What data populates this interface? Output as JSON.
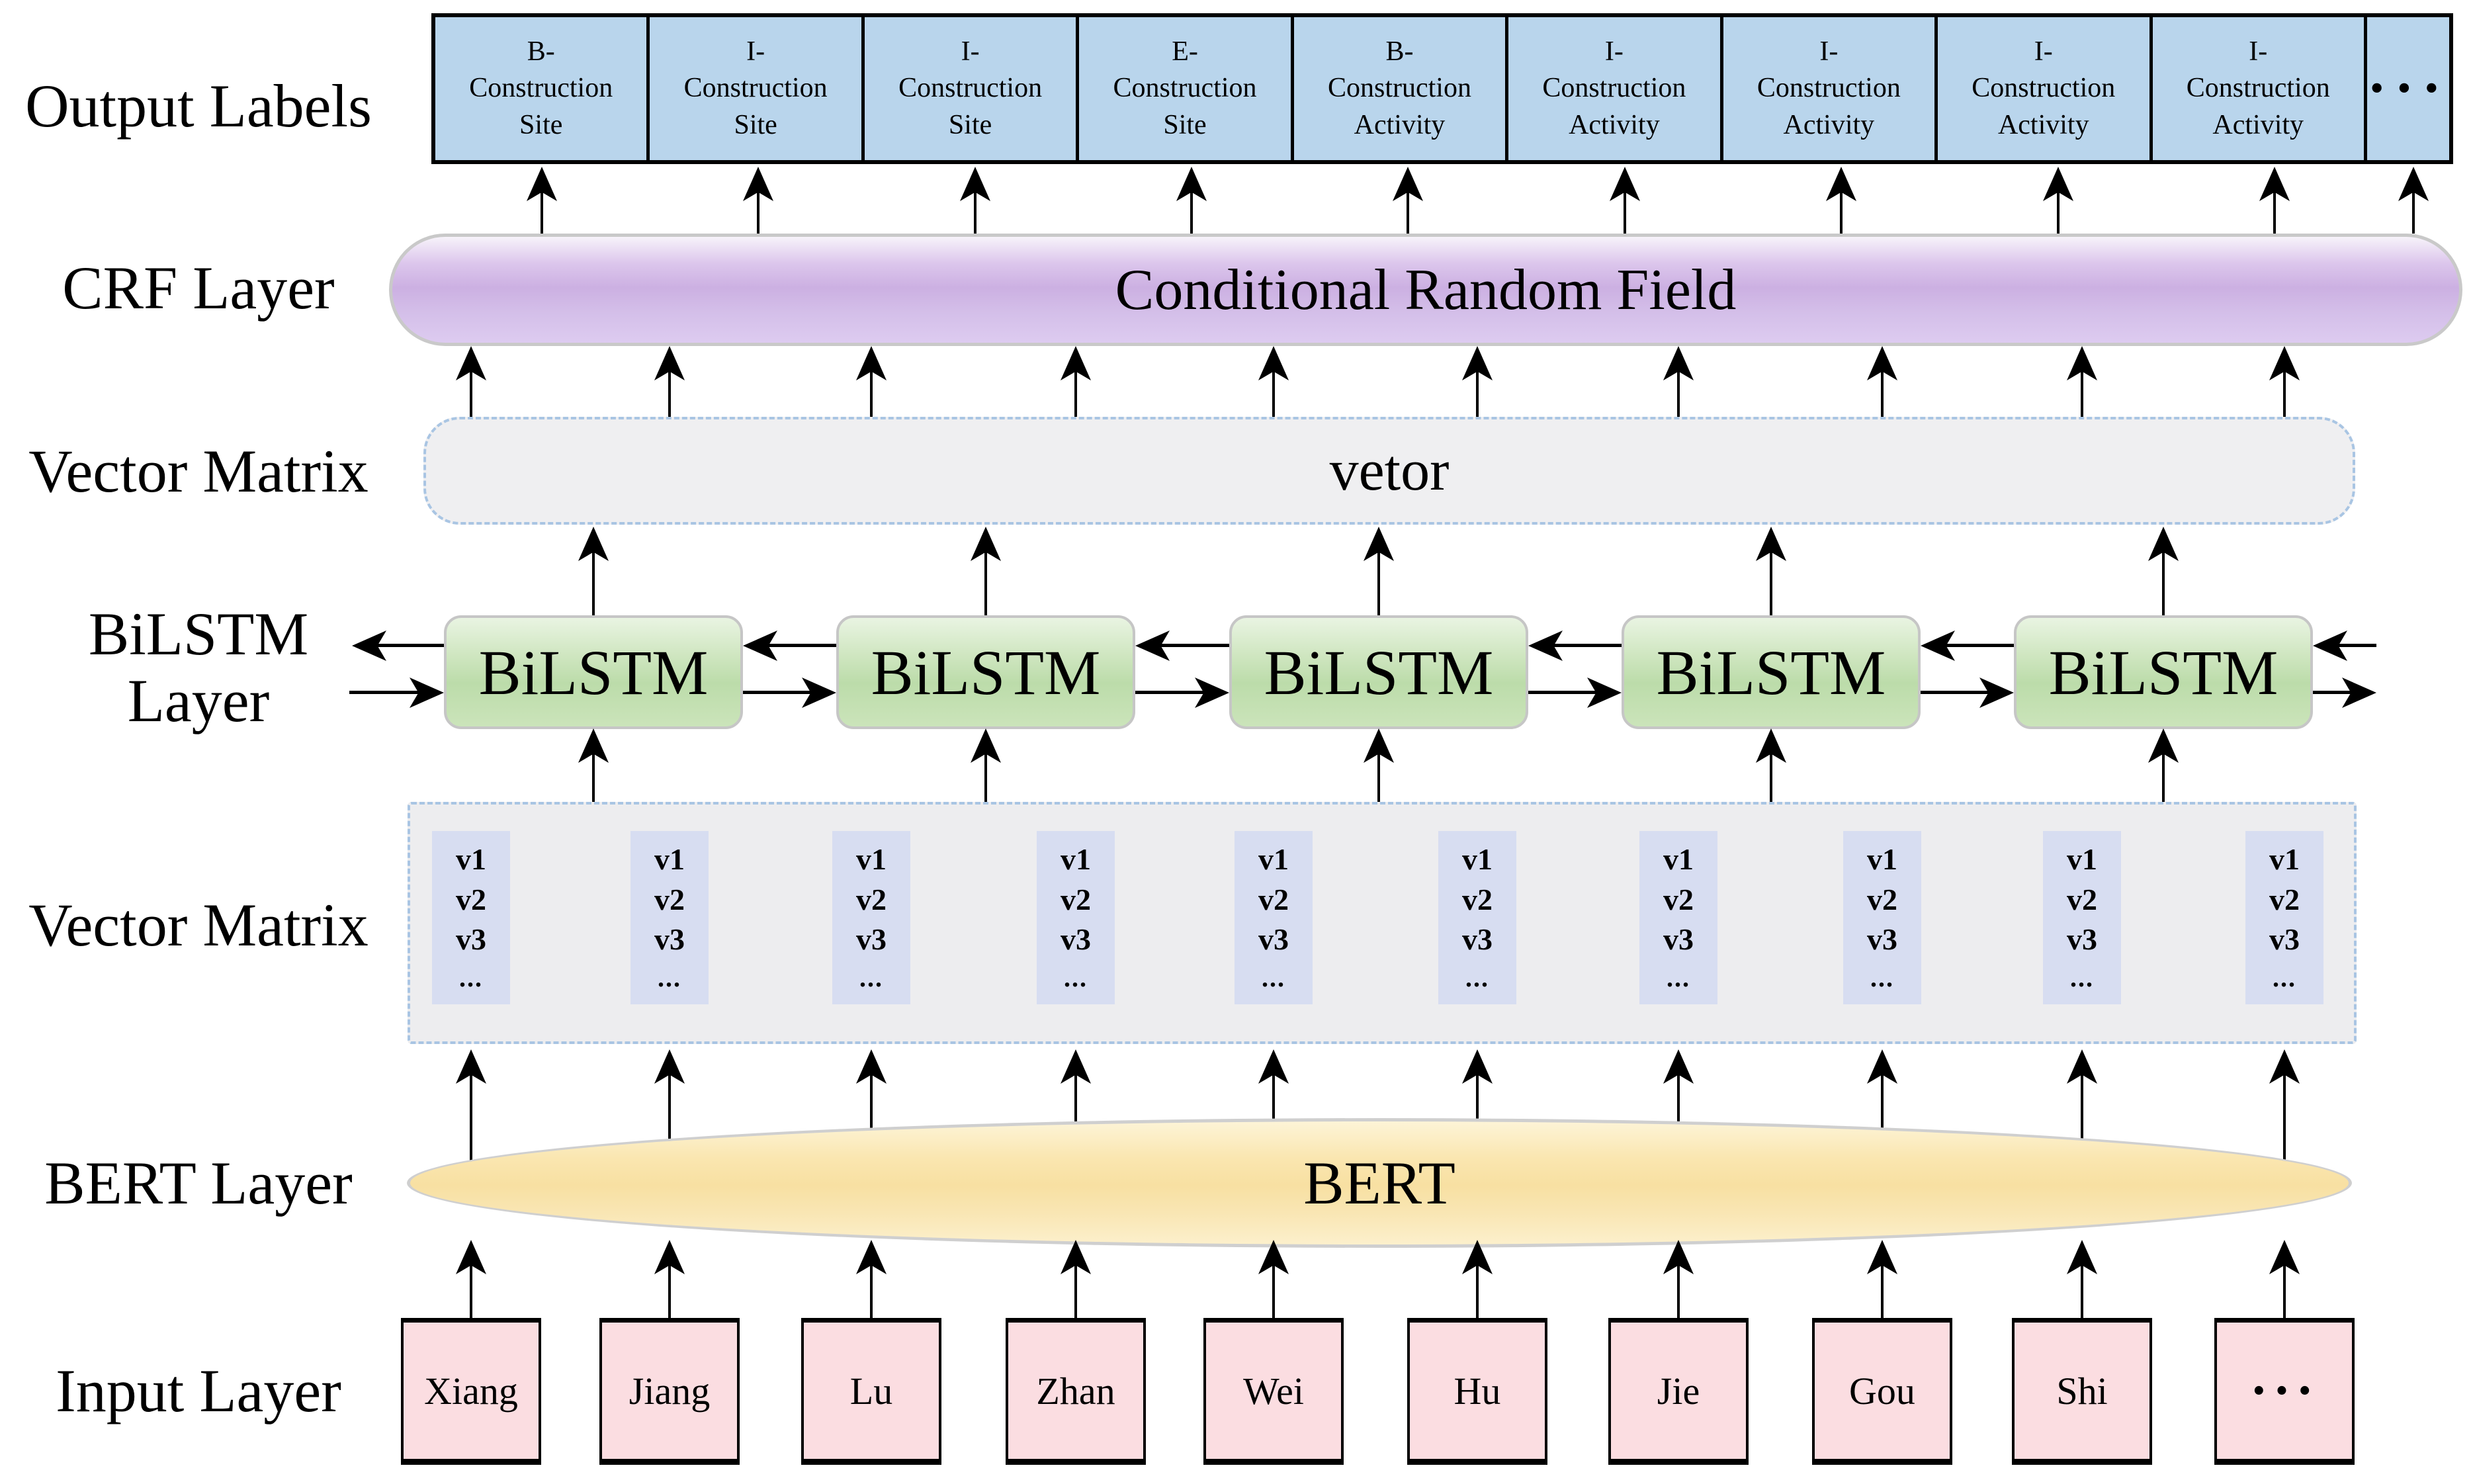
{
  "side_labels": {
    "output": "Output Labels",
    "crf": "CRF Layer",
    "vector_top": "Vector Matrix",
    "bilstm_line1": "BiLSTM",
    "bilstm_line2": "Layer",
    "vector_bottom": "Vector Matrix",
    "bert": "BERT Layer",
    "input": "Input Layer"
  },
  "output_labels": {
    "boxes": [
      [
        "B-",
        "Construction",
        "Site"
      ],
      [
        "I-",
        "Construction",
        "Site"
      ],
      [
        "I-",
        "Construction",
        "Site"
      ],
      [
        "E-",
        "Construction",
        "Site"
      ],
      [
        "B-",
        "Construction",
        "Activity"
      ],
      [
        "I-",
        "Construction",
        "Activity"
      ],
      [
        "I-",
        "Construction",
        "Activity"
      ],
      [
        "I-",
        "Construction",
        "Activity"
      ],
      [
        "I-",
        "Construction",
        "Activity"
      ]
    ],
    "ellipsis": "···"
  },
  "crf": {
    "label": "Conditional Random Field"
  },
  "vector_row": {
    "label": "vetor"
  },
  "bilstm": {
    "label": "BiLSTM",
    "count": 5
  },
  "vector_matrix": {
    "cell_lines": [
      "v1",
      "v2",
      "v3",
      "..."
    ],
    "count": 10
  },
  "bert": {
    "label": "BERT"
  },
  "inputs": [
    "Xiang",
    "Jiang",
    "Lu",
    "Zhan",
    "Wei",
    "Hu",
    "Jie",
    "Gou",
    "Shi",
    "···"
  ],
  "colors": {
    "label_box": "#b9d5ec",
    "crf_mid": "#ccb0e2",
    "vetor_bg": "#efeff1",
    "dash_border": "#a9c5e3",
    "bilstm_mid": "#bcdcaa",
    "matrix_bg": "#ededef",
    "strip_bg": "#d7ddf1",
    "bert_mid": "#f8e0a2",
    "input_bg": "#fbdde1"
  }
}
